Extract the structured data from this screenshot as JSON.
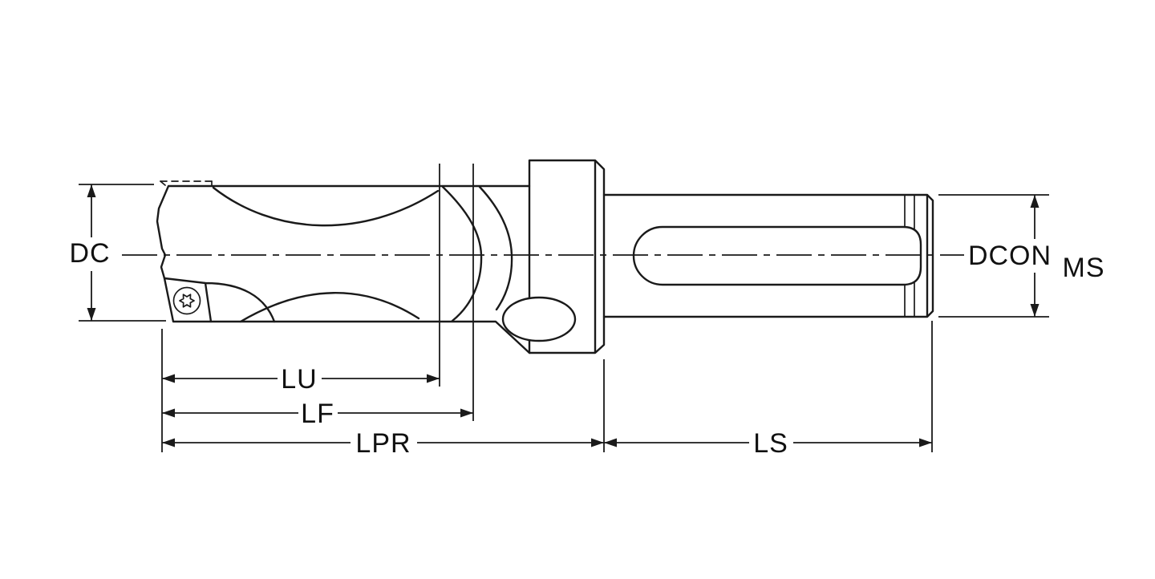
{
  "diagram": {
    "dimension_labels": {
      "dc": "DC",
      "lu": "LU",
      "lf": "LF",
      "lpr": "LPR",
      "ls": "LS",
      "dcon": "DCON",
      "ms": "MS"
    },
    "colors": {
      "line": "#1a1a1a",
      "background": "#ffffff"
    }
  }
}
